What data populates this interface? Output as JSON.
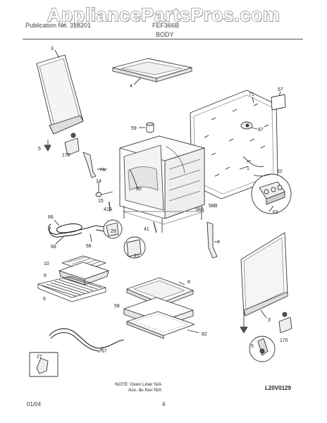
{
  "watermark": "AppliancePartsPros.com",
  "header": {
    "left": "Publication No. 318201",
    "right": "FEF366B",
    "section": "BODY"
  },
  "callouts": {
    "c3a": "3",
    "c4": "4",
    "c71": "71",
    "c57": "57",
    "c59": "59",
    "c87": "87",
    "c5a": "5",
    "c170a": "170",
    "c7A": "7A",
    "c1": "1",
    "c62": "62",
    "c14": "14",
    "c60": "60",
    "c15": "15",
    "c41A": "41A",
    "c58A": "58A",
    "c58B": "58B",
    "c63": "63",
    "c66a": "66",
    "c29": "29",
    "c41": "41",
    "c7": "7",
    "c68": "68",
    "c66b": "66",
    "c21": "21",
    "c10": "10",
    "c9": "9",
    "c6": "6",
    "c8": "8",
    "c58": "58",
    "c82": "82",
    "c3b": "3",
    "c5b": "5",
    "c170b": "170",
    "c27": "27",
    "c67": "67"
  },
  "note": {
    "line1": "NOTE: Oven Liner N/A",
    "line2": "Ass. du four N/A"
  },
  "diagram_code": "L20V0129",
  "footer": {
    "date": "01/04",
    "page": "4"
  }
}
